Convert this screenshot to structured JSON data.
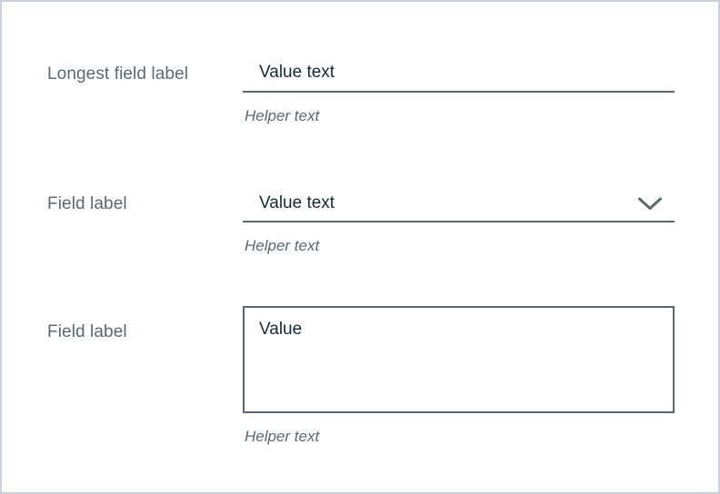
{
  "colors": {
    "frame_border": "#ccd2d9",
    "background": "#ffffff",
    "label_text": "#5a6872",
    "value_text": "#152935",
    "control_border": "#5a6872",
    "helper_text": "#5a6872"
  },
  "icons": {
    "select_icon": "chevron-down-icon"
  },
  "form": {
    "fields": [
      {
        "type": "text",
        "label": "Longest field label",
        "value": "Value text",
        "helper": "Helper text"
      },
      {
        "type": "select",
        "label": "Field label",
        "value": "Value text",
        "helper": "Helper text"
      },
      {
        "type": "textarea",
        "label": "Field label",
        "value": "Value",
        "helper": "Helper text"
      }
    ]
  }
}
